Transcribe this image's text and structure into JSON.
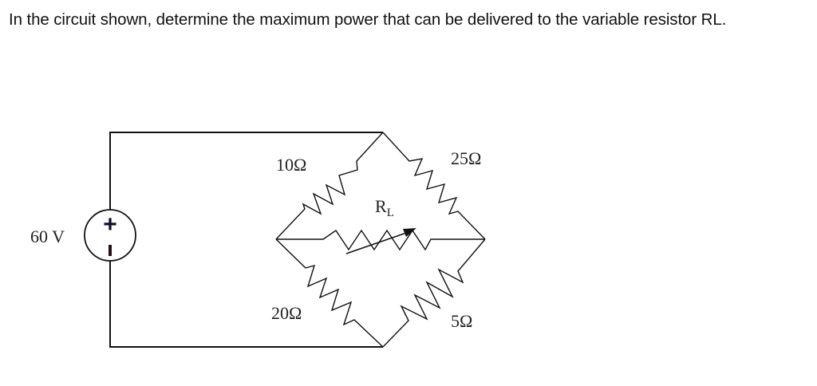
{
  "question": {
    "text": "In the circuit shown, determine the maximum power that can be delivered to the variable resistor RL."
  },
  "circuit": {
    "source": {
      "label": "60 V",
      "plus": "+",
      "minus": "−"
    },
    "resistors": {
      "top_left": "10Ω",
      "top_right": "25Ω",
      "bottom_left": "20Ω",
      "bottom_right": "5Ω",
      "load": {
        "main": "R",
        "sub": "L"
      }
    },
    "colors": {
      "wire": "#111111",
      "text": "#222222"
    }
  }
}
